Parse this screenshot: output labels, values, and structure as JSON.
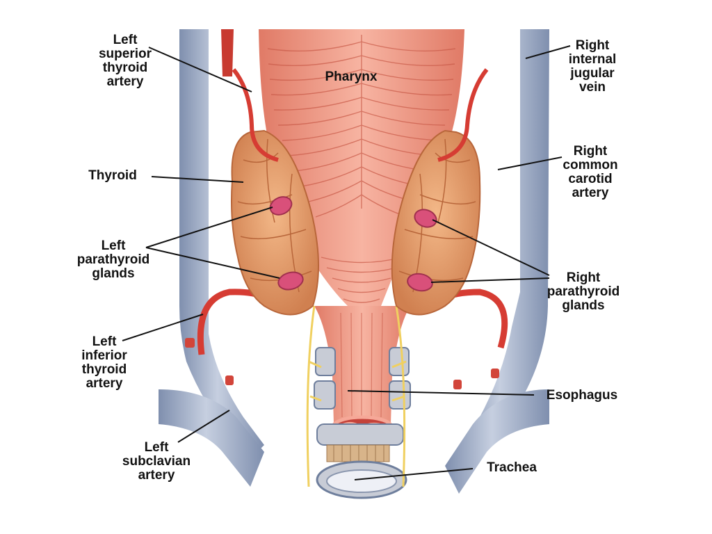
{
  "labels": {
    "left_superior_thyroid_artery": [
      "Left",
      "superior",
      "thyroid",
      "artery"
    ],
    "pharynx": "Pharynx",
    "right_internal_jugular_vein": [
      "Right",
      "internal",
      "jugular",
      "vein"
    ],
    "thyroid": "Thyroid",
    "right_common_carotid_artery": [
      "Right",
      "common",
      "carotid",
      "artery"
    ],
    "left_parathyroid_glands": [
      "Left",
      "parathyroid",
      "glands"
    ],
    "right_parathyroid_glands": [
      "Right",
      "parathyroid",
      "glands"
    ],
    "left_inferior_thyroid_artery": [
      "Left",
      "inferior",
      "thyroid",
      "artery"
    ],
    "esophagus": "Esophagus",
    "left_subclavian_artery": [
      "Left",
      "subclavian",
      "artery"
    ],
    "trachea": "Trachea"
  },
  "colors": {
    "artery": "#e8473f",
    "artery_dark": "#b8231f",
    "vein": "#a9b6cc",
    "vein_dark": "#6e7e9c",
    "pharynx": "#f2937c",
    "pharynx_dark": "#cf5e4c",
    "thyroid": "#e9a06a",
    "thyroid_dark": "#b8663a",
    "parathyroid": "#d9507a",
    "nerve": "#f0d060",
    "trachea_ring": "#c8ccd6",
    "cartilage": "#d8b48a",
    "leader": "#111111"
  }
}
